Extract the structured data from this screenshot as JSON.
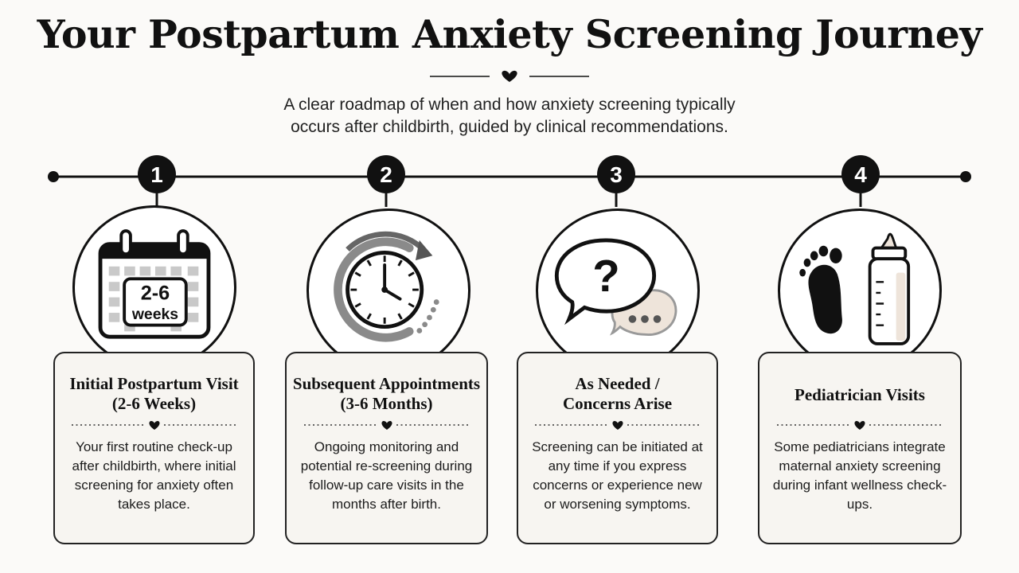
{
  "header": {
    "title": "Your Postpartum Anxiety Screening Journey",
    "subtitle_line1": "A clear roadmap of when and how anxiety screening typically",
    "subtitle_line2": "occurs after childbirth, guided by clinical recommendations."
  },
  "stages": [
    {
      "number": "1",
      "icon": "calendar-icon",
      "icon_text_line1": "2-6",
      "icon_text_line2": "weeks",
      "title_line1": "Initial Postpartum Visit",
      "title_line2": "(2-6 Weeks)",
      "body": "Your first routine check-up after childbirth, where initial screening for anxiety often takes place."
    },
    {
      "number": "2",
      "icon": "clock-icon",
      "title_line1": "Subsequent Appointments",
      "title_line2": "(3-6 Months)",
      "body": "Ongoing monitoring and potential re-screening during follow-up care visits in the months after birth."
    },
    {
      "number": "3",
      "icon": "speech-bubbles-icon",
      "icon_text_line1": "?",
      "title_line1": "As Needed /",
      "title_line2": "Concerns Arise",
      "body": "Screening can be initiated at any time if you express concerns or experience new or worsening symptoms."
    },
    {
      "number": "4",
      "icon": "footprint-and-bottle-icon",
      "title_line1": "Pediatrician Visits",
      "body": "Some pediatricians integrate maternal anxiety screening during infant wellness check-ups."
    }
  ],
  "colors": {
    "ink": "#111111",
    "card_bg": "#f7f5f1",
    "accent_beige": "#eee4da",
    "gray": "#9a9a9a"
  }
}
